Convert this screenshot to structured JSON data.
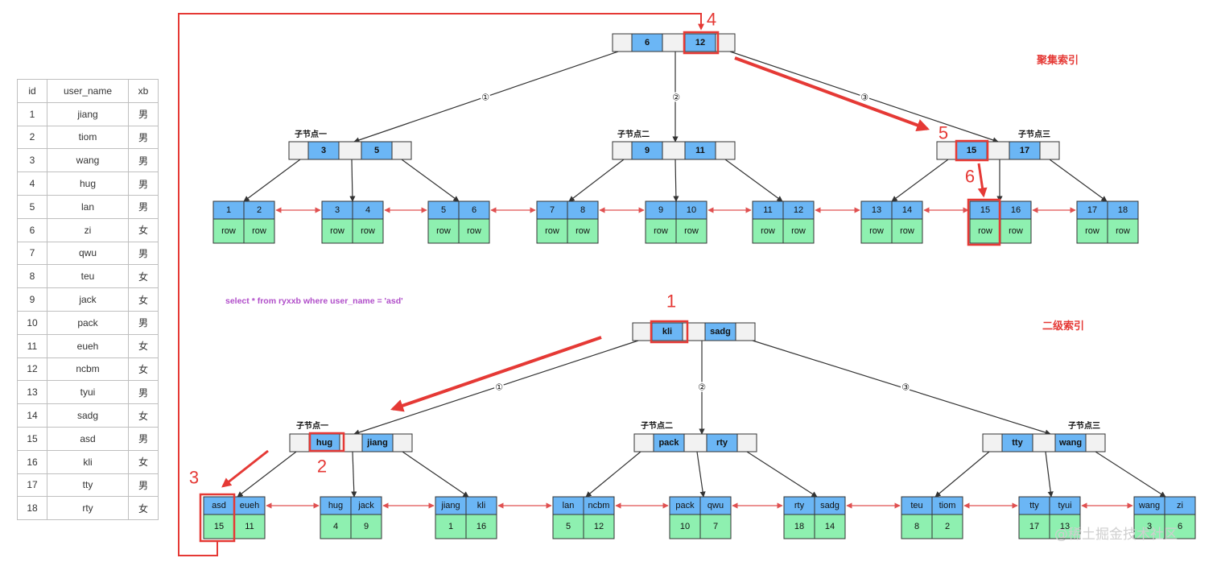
{
  "titles": {
    "clustered": "聚集索引",
    "secondary": "二级索引"
  },
  "sql": "select * from ryxxb where user_name = 'asd'",
  "watermark": "@稀土掘金技术社区",
  "child_labels": [
    "子节点一",
    "子节点二",
    "子节点三"
  ],
  "edge_markers": [
    "①",
    "②",
    "③"
  ],
  "steps": [
    "1",
    "2",
    "3",
    "4",
    "5",
    "6"
  ],
  "row_text": "row",
  "table": {
    "headers": [
      "id",
      "user_name",
      "xb"
    ],
    "rows": [
      [
        "1",
        "jiang",
        "男"
      ],
      [
        "2",
        "tiom",
        "男"
      ],
      [
        "3",
        "wang",
        "男"
      ],
      [
        "4",
        "hug",
        "男"
      ],
      [
        "5",
        "lan",
        "男"
      ],
      [
        "6",
        "zi",
        "女"
      ],
      [
        "7",
        "qwu",
        "男"
      ],
      [
        "8",
        "teu",
        "女"
      ],
      [
        "9",
        "jack",
        "女"
      ],
      [
        "10",
        "pack",
        "男"
      ],
      [
        "11",
        "eueh",
        "女"
      ],
      [
        "12",
        "ncbm",
        "女"
      ],
      [
        "13",
        "tyui",
        "男"
      ],
      [
        "14",
        "sadg",
        "女"
      ],
      [
        "15",
        "asd",
        "男"
      ],
      [
        "16",
        "kli",
        "女"
      ],
      [
        "17",
        "tty",
        "男"
      ],
      [
        "18",
        "rty",
        "女"
      ]
    ]
  },
  "clustered": {
    "root": [
      "6",
      "12"
    ],
    "children": [
      [
        "3",
        "5"
      ],
      [
        "9",
        "11"
      ],
      [
        "15",
        "17"
      ]
    ],
    "leaves": [
      [
        "1",
        "2"
      ],
      [
        "3",
        "4"
      ],
      [
        "5",
        "6"
      ],
      [
        "7",
        "8"
      ],
      [
        "9",
        "10"
      ],
      [
        "11",
        "12"
      ],
      [
        "13",
        "14"
      ],
      [
        "15",
        "16"
      ],
      [
        "17",
        "18"
      ]
    ]
  },
  "secondary": {
    "root": [
      "kli",
      "sadg"
    ],
    "children": [
      [
        "hug",
        "jiang"
      ],
      [
        "pack",
        "rty"
      ],
      [
        "tty",
        "wang"
      ]
    ],
    "leaves": [
      {
        "keys": [
          "asd",
          "eueh"
        ],
        "ids": [
          "15",
          "11"
        ]
      },
      {
        "keys": [
          "hug",
          "jack"
        ],
        "ids": [
          "4",
          "9"
        ]
      },
      {
        "keys": [
          "jiang",
          "kli"
        ],
        "ids": [
          "1",
          "16"
        ]
      },
      {
        "keys": [
          "lan",
          "ncbm"
        ],
        "ids": [
          "5",
          "12"
        ]
      },
      {
        "keys": [
          "pack",
          "qwu"
        ],
        "ids": [
          "10",
          "7"
        ]
      },
      {
        "keys": [
          "rty",
          "sadg"
        ],
        "ids": [
          "18",
          "14"
        ]
      },
      {
        "keys": [
          "teu",
          "tiom"
        ],
        "ids": [
          "8",
          "2"
        ]
      },
      {
        "keys": [
          "tty",
          "tyui"
        ],
        "ids": [
          "17",
          "13"
        ]
      },
      {
        "keys": [
          "wang",
          "zi"
        ],
        "ids": [
          "3",
          "6"
        ]
      }
    ]
  }
}
